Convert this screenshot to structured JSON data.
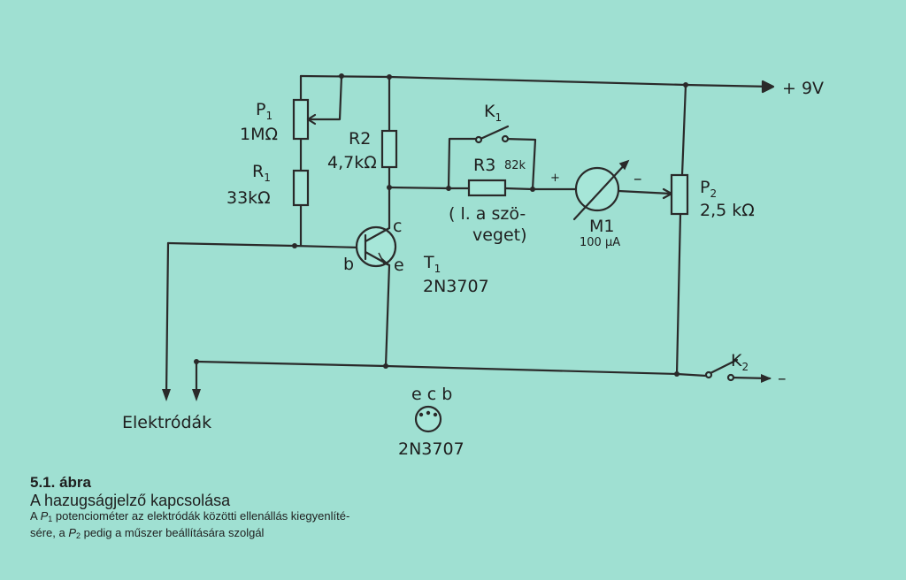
{
  "colors": {
    "background": "#9fe0d2",
    "ink": "#2a2a2a"
  },
  "labels": {
    "p1": "P",
    "p1_sub": "1",
    "p1_value": "1MΩ",
    "r1": "R",
    "r1_sub": "1",
    "r1_value": "33kΩ",
    "r2": "R2",
    "r2_value": "4,7kΩ",
    "k1": "K",
    "k1_sub": "1",
    "r3": "R3",
    "r3_value": "82k",
    "r3_note_1": "( l. a szö-",
    "r3_note_2": "veget)",
    "plus_sign": "+",
    "minus_sign": "–",
    "m1": "M1",
    "m1_value": "100 µA",
    "p2": "P",
    "p2_sub": "2",
    "p2_value": "2,5 kΩ",
    "supply": "+ 9V",
    "k2": "K",
    "k2_sub": "2",
    "ground": "–",
    "t1_b": "b",
    "t1_c": "c",
    "t1_e": "e",
    "t1": "T",
    "t1_sub": "1",
    "t1_type": "2N3707",
    "electrodes": "Elektródák",
    "pinout": "e c b",
    "pinout_type": "2N3707"
  },
  "caption": {
    "title": "5.1. ábra",
    "subtitle": "A hazugságjelző kapcsolása",
    "desc_1a": "A ",
    "desc_1b": "P",
    "desc_1c": "1",
    "desc_1d": " potenciométer az elektródák közötti ellenállás kiegyenlíté-",
    "desc_2a": "sére, a ",
    "desc_2b": "P",
    "desc_2c": "2",
    "desc_2d": " pedig a műszer beállítására szolgál"
  }
}
